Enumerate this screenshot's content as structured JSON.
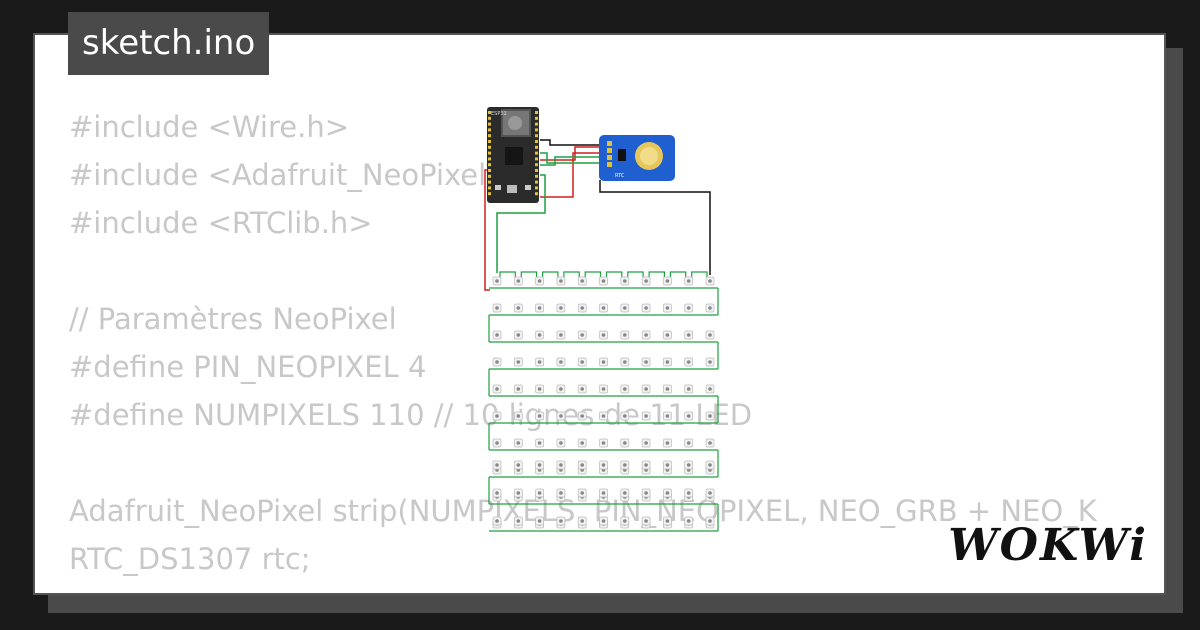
{
  "file_tab": {
    "label": "sketch.ino"
  },
  "code_lines": [
    "#include <Wire.h>",
    "#include <Adafruit_NeoPixel.h>",
    "#include <RTClib.h>",
    "",
    "// Paramètres NeoPixel",
    "#define PIN_NEOPIXEL 4",
    "#define NUMPIXELS 110 // 10 lignes de 11 LED",
    "",
    "Adafruit_NeoPixel strip(NUMPIXELS, PIN_NEOPIXEL, NEO_GRB + NEO_K",
    "RTC_DS1307 rtc;"
  ],
  "board": {
    "label": "ESP32"
  },
  "rtc_module": {
    "label": "RTC"
  },
  "logo": {
    "text": "WOKWi"
  },
  "led_matrix": {
    "rows": 10,
    "cols": 11,
    "extra_rows": 3
  },
  "colors": {
    "wire_green": "#1fa040",
    "wire_red": "#d02020",
    "wire_black": "#111111",
    "board_dark": "#2b2b2b",
    "rtc_blue": "#1f5fd0",
    "code_text": "#c8c8c8"
  }
}
